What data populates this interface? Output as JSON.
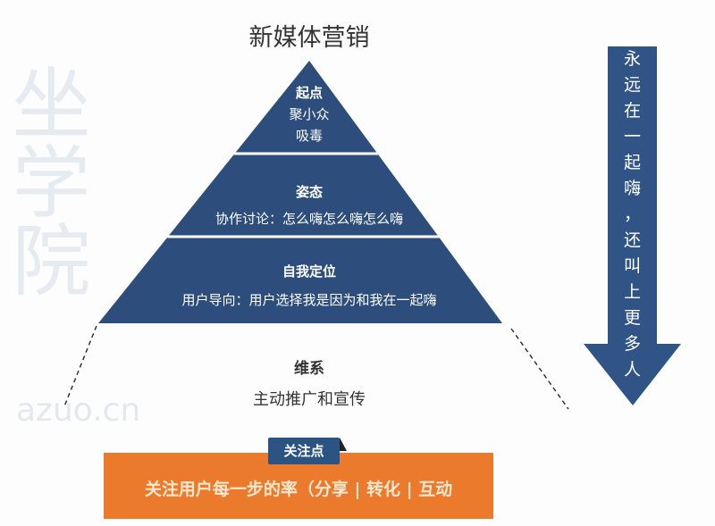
{
  "title": "新媒体营销",
  "pyramid": {
    "levels": [
      {
        "heading": "起点",
        "lines": [
          "聚小众",
          "吸毒"
        ]
      },
      {
        "heading": "姿态",
        "lines": [
          "协作讨论：怎么嗨怎么嗨怎么嗨"
        ]
      },
      {
        "heading": "自我定位",
        "lines": [
          "用户导向：用户选择我是因为和我在一起嗨"
        ]
      }
    ],
    "base": {
      "heading": "维系",
      "line": "主动推广和宣传"
    }
  },
  "arrow": {
    "chars": [
      "永",
      "远",
      "在",
      "一",
      "起",
      "嗨",
      "，",
      "还",
      "叫",
      "上",
      "更",
      "多",
      "人"
    ]
  },
  "focus": {
    "tag": "关注点",
    "text": "关注用户每一步的率（分享 | 转化 | 互动"
  },
  "watermark": {
    "logo": "坐学院",
    "url": "azuo.cn"
  },
  "colors": {
    "navy": "#2d4e7c",
    "orange": "#ec7a2c",
    "tag": "#2c5483"
  }
}
